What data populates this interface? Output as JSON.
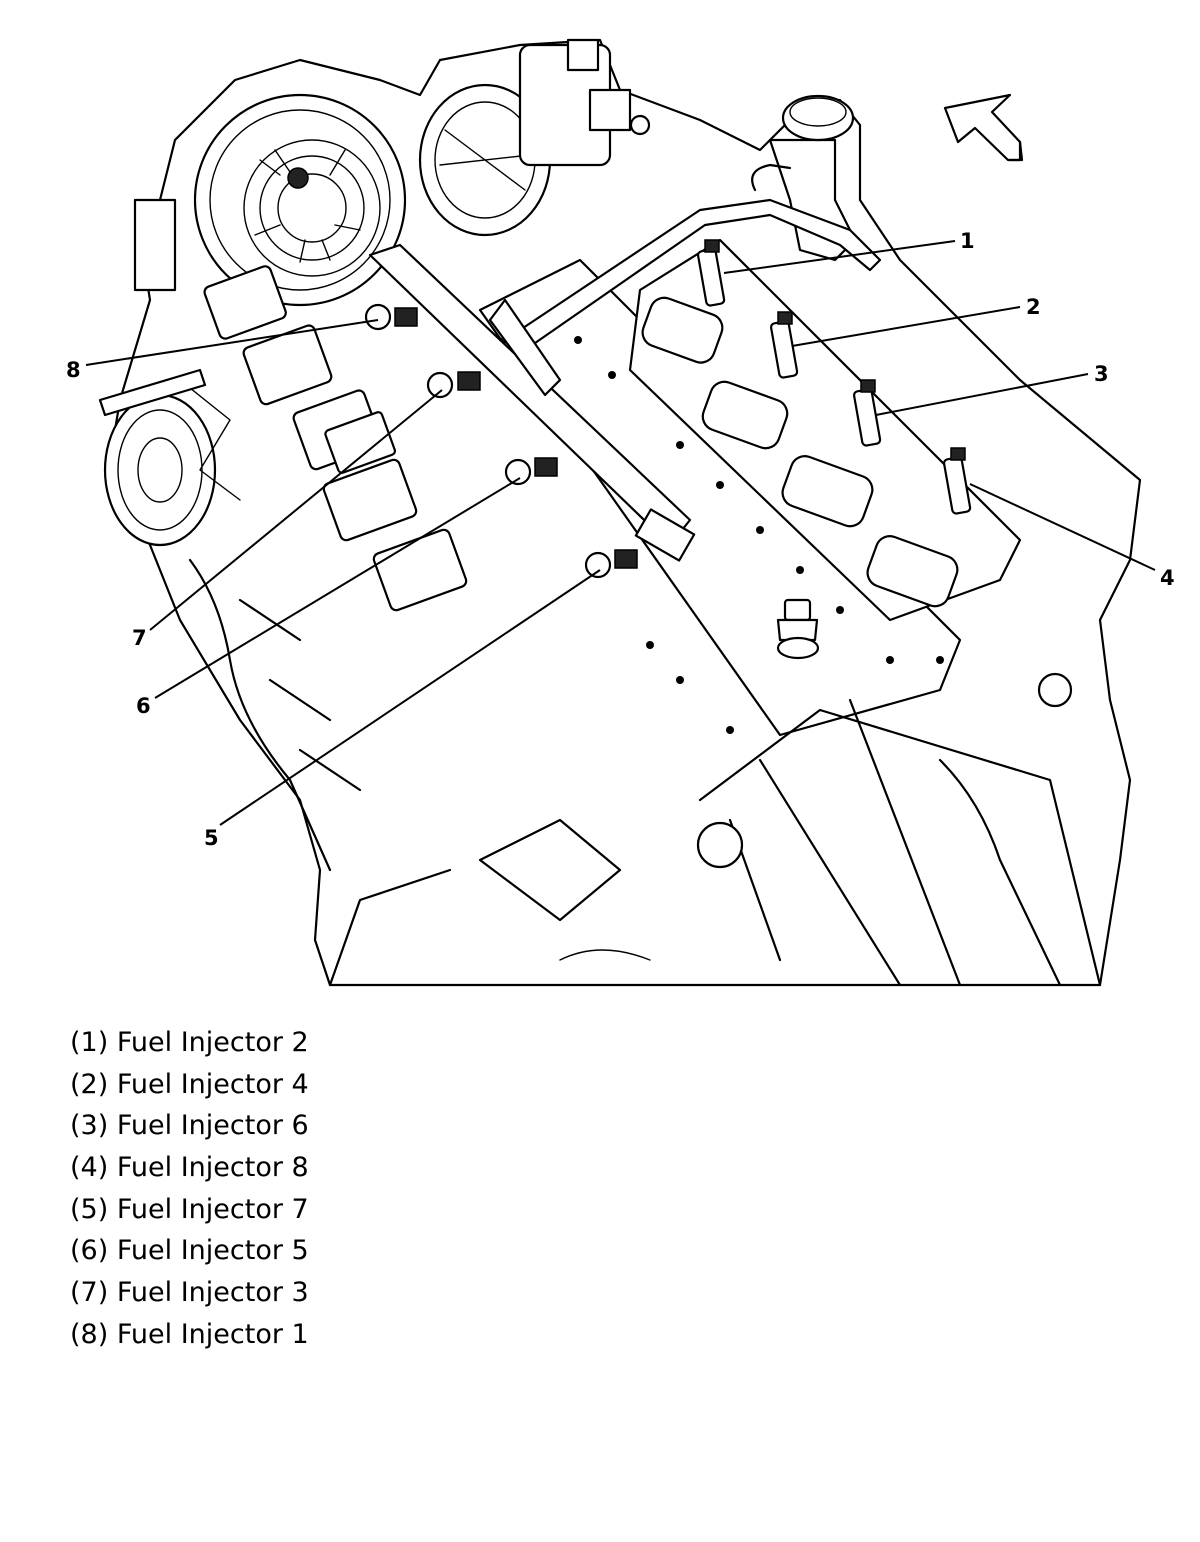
{
  "callouts": [
    "1",
    "2",
    "3",
    "4",
    "5",
    "6",
    "7",
    "8"
  ],
  "legend": [
    {
      "num": "(1)",
      "label": "Fuel Injector 2"
    },
    {
      "num": "(2)",
      "label": "Fuel Injector 4"
    },
    {
      "num": "(3)",
      "label": "Fuel Injector 6"
    },
    {
      "num": "(4)",
      "label": "Fuel Injector 8"
    },
    {
      "num": "(5)",
      "label": "Fuel Injector 7"
    },
    {
      "num": "(6)",
      "label": "Fuel Injector 5"
    },
    {
      "num": "(7)",
      "label": "Fuel Injector 3"
    },
    {
      "num": "(8)",
      "label": "Fuel Injector 1"
    }
  ],
  "icons": {
    "front_direction": "arrow-upleft-icon"
  }
}
